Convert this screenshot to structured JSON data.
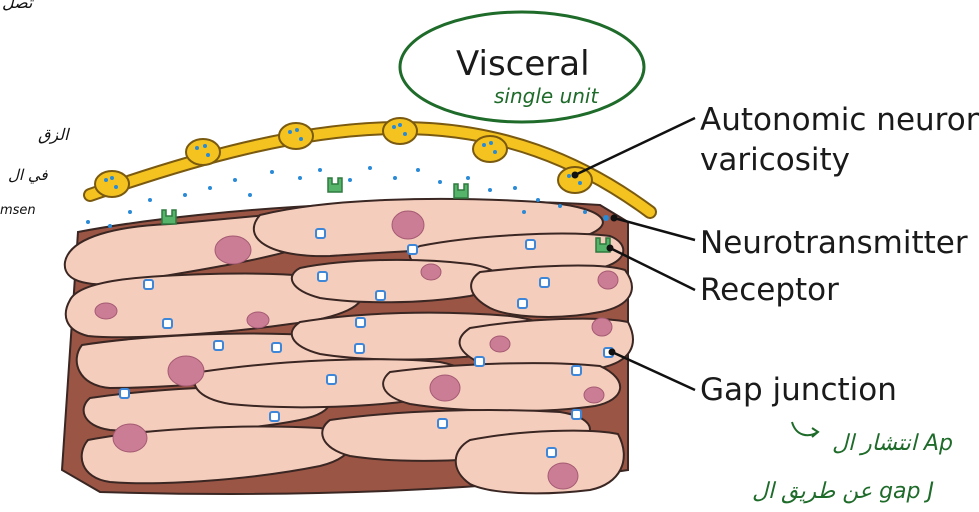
{
  "title": {
    "main": "Visceral",
    "handwritten_note": "single unit"
  },
  "labels": {
    "varicosity": [
      "Autonomic neuron",
      "varicosity"
    ],
    "neurotransmitter": "Neurotransmitter",
    "receptor": "Receptor",
    "gap_junction": "Gap junction"
  },
  "annotations": {
    "left_ar_1": "الزق",
    "left_ar_2": "في ال",
    "left_en_1": "msen",
    "top_left": "تصل",
    "bottom_right_1": "انتشار ال Ap",
    "bottom_right_2": "عن طريق ال gap J"
  },
  "colors": {
    "cell_fill": "#f5cdbd",
    "cell_stroke": "#3a2622",
    "nucleus": "#cc7d96",
    "interstitial": "#9a5545",
    "axon": "#f4c320",
    "axon_stroke": "#7a5a10",
    "gap_junction": "#3d86d8",
    "receptor": "#55b36a",
    "neurotransmitter": "#2a8ad6",
    "handwriting_green": "#1e6b2a"
  }
}
